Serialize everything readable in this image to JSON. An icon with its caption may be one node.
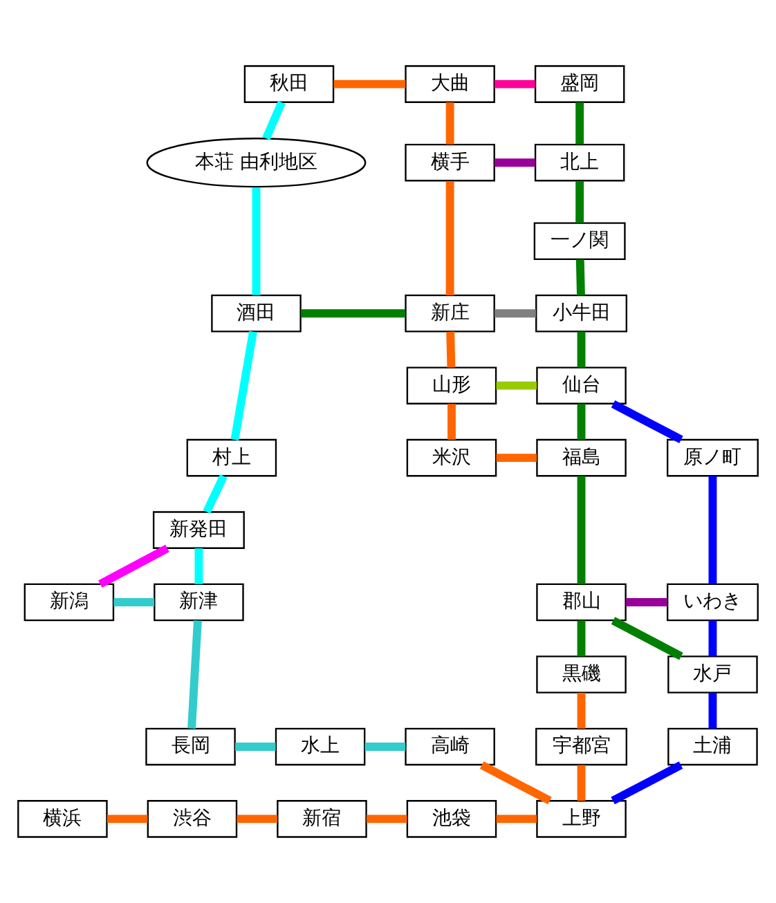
{
  "diagram": {
    "nodes": [
      {
        "text": [
          "秋田"
        ]
      },
      {
        "text": [
          "大曲"
        ]
      },
      {
        "text": [
          "盛岡"
        ]
      },
      {
        "text": [
          "本荘 由利地区"
        ]
      },
      {
        "text": [
          "横手"
        ]
      },
      {
        "text": [
          "北上"
        ]
      },
      {
        "text": [
          "一ノ関"
        ]
      },
      {
        "text": [
          "酒田"
        ]
      },
      {
        "text": [
          "新庄"
        ]
      },
      {
        "text": [
          "小牛田"
        ]
      },
      {
        "text": [
          "山形"
        ]
      },
      {
        "text": [
          "仙台"
        ]
      },
      {
        "text": [
          "村上"
        ]
      },
      {
        "text": [
          "原ノ町"
        ]
      },
      {
        "text": [
          "米沢"
        ]
      },
      {
        "text": [
          "福島"
        ]
      },
      {
        "text": [
          "新発田"
        ]
      },
      {
        "text": [
          "郡山"
        ]
      },
      {
        "text": [
          "いわき"
        ]
      },
      {
        "text": [
          "新潟"
        ]
      },
      {
        "text": [
          "新津"
        ]
      },
      {
        "text": [
          "黒磯"
        ]
      },
      {
        "text": [
          "水戸"
        ]
      },
      {
        "text": [
          "長岡"
        ]
      },
      {
        "text": [
          "水上"
        ]
      },
      {
        "text": [
          "高崎"
        ]
      },
      {
        "text": [
          "宇都宮"
        ]
      },
      {
        "text": [
          "土浦"
        ]
      },
      {
        "text": [
          "横浜"
        ]
      },
      {
        "text": [
          "渋谷"
        ]
      },
      {
        "text": [
          "新宿"
        ]
      },
      {
        "text": [
          "池袋"
        ]
      },
      {
        "text": [
          "上野"
        ]
      }
    ],
    "edges": [
      {
        "from": 0,
        "to": 1,
        "arrow": "none"
      },
      {
        "from": 1,
        "to": 2,
        "arrow": "none",
        "color": "#ff0099"
      },
      {
        "from": 1,
        "to": 4,
        "arrow": "none"
      },
      {
        "from": 4,
        "to": 5,
        "arrow": "none",
        "color": "#990099"
      },
      {
        "from": 2,
        "to": 5,
        "arrow": "none",
        "color": "#008000"
      },
      {
        "from": 5,
        "to": 6,
        "arrow": "none",
        "color": "#008000"
      },
      {
        "from": 6,
        "to": 9,
        "arrow": "none",
        "color": "#008000"
      },
      {
        "from": 0,
        "to": 3,
        "arrow": "none",
        "color": "#00ffff"
      },
      {
        "from": 3,
        "to": 7,
        "arrow": "none",
        "color": "#00ffff"
      },
      {
        "from": 7,
        "to": 8,
        "arrow": "none",
        "color": "#008000"
      },
      {
        "from": 8,
        "to": 9,
        "arrow": "none",
        "color": "#808080"
      },
      {
        "from": 4,
        "to": 8,
        "arrow": "none"
      },
      {
        "from": 8,
        "to": 10,
        "arrow": "none"
      },
      {
        "from": 10,
        "to": 11,
        "arrow": "none",
        "color": "#99cc00"
      },
      {
        "from": 9,
        "to": 11,
        "arrow": "none",
        "color": "#008000"
      },
      {
        "from": 11,
        "to": 13,
        "arrow": "none",
        "color": "#0000ff"
      },
      {
        "from": 7,
        "to": 12,
        "arrow": "none",
        "color": "#00ffff"
      },
      {
        "from": 10,
        "to": 14,
        "arrow": "none"
      },
      {
        "from": 14,
        "to": 15,
        "arrow": "none"
      },
      {
        "from": 11,
        "to": 15,
        "arrow": "none",
        "color": "#008000"
      },
      {
        "from": 13,
        "to": 18,
        "arrow": "none",
        "color": "#0000ff"
      },
      {
        "from": 12,
        "to": 16,
        "arrow": "none",
        "color": "#00ffff"
      },
      {
        "from": 15,
        "to": 17,
        "arrow": "none",
        "color": "#008000"
      },
      {
        "from": 17,
        "to": 18,
        "arrow": "none",
        "color": "#990099"
      },
      {
        "from": 16,
        "to": 19,
        "arrow": "none",
        "color": "#ff00ff"
      },
      {
        "from": 16,
        "to": 20,
        "arrow": "none",
        "color": "#00ffff"
      },
      {
        "from": 19,
        "to": 20,
        "arrow": "none",
        "color": "#33cccc"
      },
      {
        "from": 17,
        "to": 21,
        "arrow": "none",
        "color": "#008000"
      },
      {
        "from": 17,
        "to": 22,
        "arrow": "none",
        "color": "#008000"
      },
      {
        "from": 18,
        "to": 22,
        "arrow": "none",
        "color": "#0000ff"
      },
      {
        "from": 20,
        "to": 23,
        "arrow": "none",
        "color": "#33cccc"
      },
      {
        "from": 23,
        "to": 24,
        "arrow": "none",
        "color": "#33cccc"
      },
      {
        "from": 24,
        "to": 25,
        "arrow": "none",
        "color": "#33cccc"
      },
      {
        "from": 21,
        "to": 26,
        "arrow": "none"
      },
      {
        "from": 26,
        "to": 32,
        "arrow": "none"
      },
      {
        "from": 25,
        "to": 32,
        "arrow": "none"
      },
      {
        "from": 22,
        "to": 27,
        "arrow": "none",
        "color": "#0000ff"
      },
      {
        "from": 27,
        "to": 32,
        "arrow": "none",
        "color": "#0000ff"
      },
      {
        "from": 28,
        "to": 29,
        "arrow": "none"
      },
      {
        "from": 29,
        "to": 30,
        "arrow": "none"
      },
      {
        "from": 30,
        "to": 31,
        "arrow": "none"
      },
      {
        "from": 31,
        "to": 32,
        "arrow": "none"
      }
    ]
  }
}
